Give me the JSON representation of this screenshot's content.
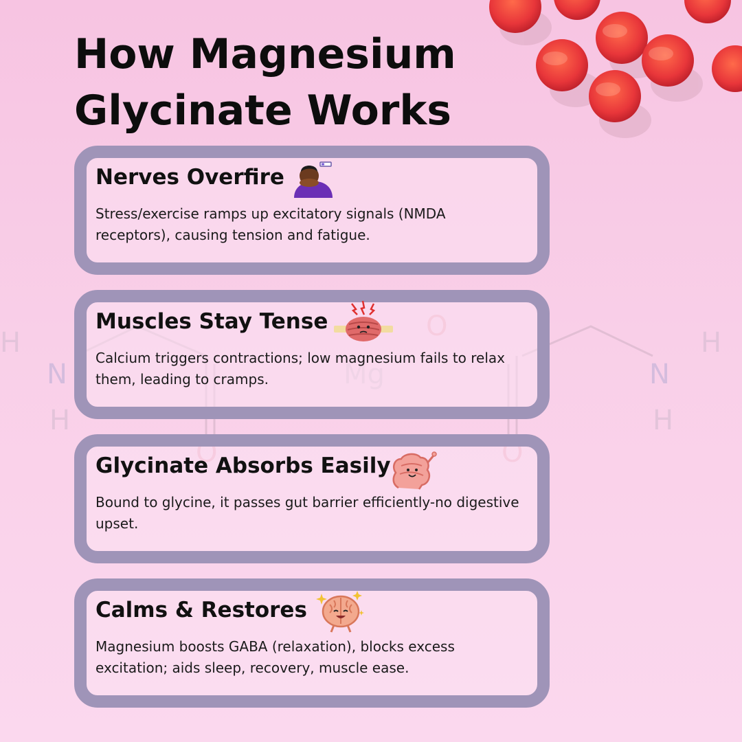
{
  "title": "How Magnesium Glycinate Works",
  "cards": [
    {
      "title": "Nerves Overfire",
      "body": "Stress/exercise ramps up excitatory signals (NMDA receptors), causing tension and fatigue.",
      "icon": "tired-person-icon"
    },
    {
      "title": "Muscles Stay Tense",
      "body": "Calcium triggers contractions; low magnesium fails to relax them, leading to cramps.",
      "icon": "tense-muscle-icon"
    },
    {
      "title": "Glycinate Absorbs Easily",
      "body": "Bound to glycine, it passes gut barrier efficiently-no digestive upset.",
      "icon": "happy-intestine-icon"
    },
    {
      "title": "Calms & Restores",
      "body": "Magnesium boosts GABA (relaxation), blocks excess excitation; aids sleep, recovery, muscle ease.",
      "icon": "happy-brain-icon"
    }
  ],
  "colors": {
    "background": "#f9cfe8",
    "card_border": "#9f94b8",
    "text": "#111111",
    "gummy": "#e8363a"
  }
}
